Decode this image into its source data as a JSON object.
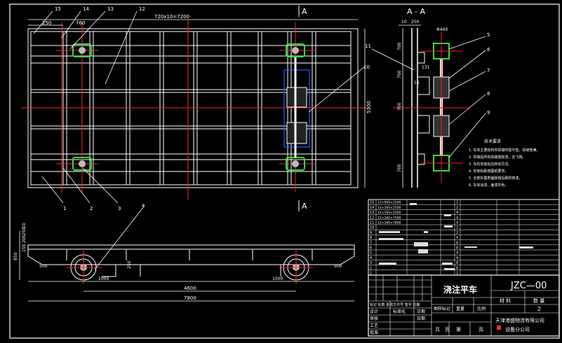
{
  "plan_view": {
    "dim_top": "720x10=7200",
    "dim_left": "250",
    "dim_760": "760",
    "dim_height": "5300",
    "section_marker_top": "A",
    "section_marker_bottom": "A",
    "callouts_top": [
      "15",
      "14",
      "13",
      "12"
    ],
    "callouts_bottom": [
      "1",
      "2",
      "3",
      "4"
    ],
    "callout_10": "10"
  },
  "section_view": {
    "title": "A - A",
    "dim_10": "10",
    "dim_250": "250",
    "dim_440": "Φ440",
    "dim_700_list": [
      "700",
      "700",
      "700",
      "700"
    ],
    "dim_131": "131",
    "dim_16": "16",
    "callouts": [
      "11",
      "5",
      "6",
      "7",
      "8",
      "9"
    ]
  },
  "front_view": {
    "dim_7800": "7800",
    "dim_4600": "4600",
    "dim_1000_left": "1000",
    "dim_1000_right": "1000",
    "dim_500_left": "500",
    "dim_500_right": "500",
    "dim_850": "850",
    "dim_150": "150",
    "dim_200": "200",
    "dim_250": "250",
    "dim_10": "10",
    "dim_250_mid": "250"
  },
  "tech_notes": {
    "heading": "技术要求",
    "items": [
      "1. 车体主要结构件焊接时需平直、焊缝饱满。",
      "2. 焊接后所有焊缝需除渣，去飞溅。",
      "3. 车轮安装后应转动灵活。",
      "4. 安装轨距按图纸要求。",
      "5. 全部外露表面除锈后刷防锈漆。",
      "6. 车体涂漆，面漆灰色。"
    ]
  },
  "title_block": {
    "drawing_name": "浇注平车",
    "drawing_no": "JZC—00",
    "material_label": "材 料",
    "qty_label": "数 量",
    "qty_value": "2",
    "scale_label": "比例",
    "weight_label": "重量",
    "stage_label": "图样标记",
    "company": "天津港盛物流有限公司",
    "dept": "设备分公司",
    "sheet_total": "共",
    "sheet_unit1": "页",
    "sheet_no": "第",
    "sheet_unit2": "页",
    "sign_rows": [
      "设计",
      "审核",
      "工艺",
      "批准"
    ],
    "sign_extra": [
      "标准化",
      "日期",
      "日期"
    ],
    "rev_label": "标记 处数 更改文件号 签字 日期"
  },
  "bom": {
    "numbers": [
      "15",
      "14",
      "13",
      "12",
      "11",
      "10",
      "9",
      "8",
      "7",
      "6",
      "5",
      "4",
      "3",
      "2",
      "1"
    ],
    "specs": [
      "12×900×2500",
      "12×160×2500",
      "12×160×2500",
      "12×160×7500",
      "12×160×7800",
      "",
      "",
      "",
      "",
      "",
      "",
      "",
      "",
      "",
      ""
    ],
    "qty": [
      "2",
      "2",
      "4",
      "4",
      "4",
      "2",
      "2",
      "4",
      "8",
      "8",
      "4",
      "4",
      "8",
      "8",
      "2"
    ]
  }
}
